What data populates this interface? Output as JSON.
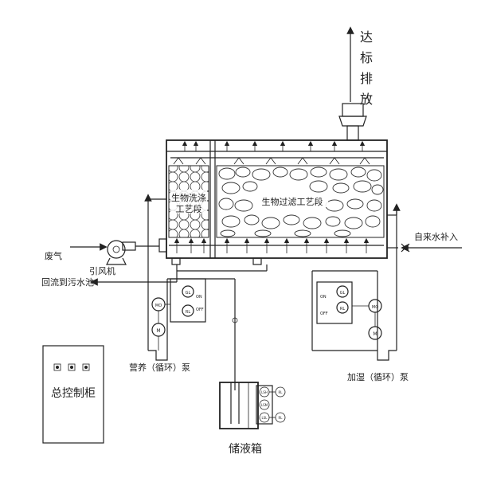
{
  "labels": {
    "discharge": [
      "达",
      "标",
      "排",
      "放"
    ],
    "bio_wash": [
      "生物洗涤",
      "工艺段"
    ],
    "bio_filter": "生物过滤工艺段",
    "exhaust_gas": "废气",
    "induced_fan": "引风机",
    "return_pool": "回流到污水池",
    "tap_water": "自来水补入",
    "nutrient_pump": "营养（循环）泵",
    "humid_pump": "加湿（循环）泵",
    "control_cabinet": "总控制柜",
    "storage_tank": "储液箱",
    "panel_left_on": "ON",
    "panel_left_off": "OFF",
    "panel_left_gl": "GL",
    "panel_left_rl": "RL",
    "panel_left_mo": "MO",
    "panel_left_m": "M",
    "panel_right_on": "ON",
    "panel_right_off": "OFF",
    "panel_right_gl": "GL",
    "panel_right_rl": "RL",
    "panel_right_mo": "MO",
    "panel_right_m": "M",
    "tank_lsh": "LSH",
    "tank_lsm": "LSM",
    "tank_lsl": "LSL",
    "tank_rl": "RL"
  }
}
